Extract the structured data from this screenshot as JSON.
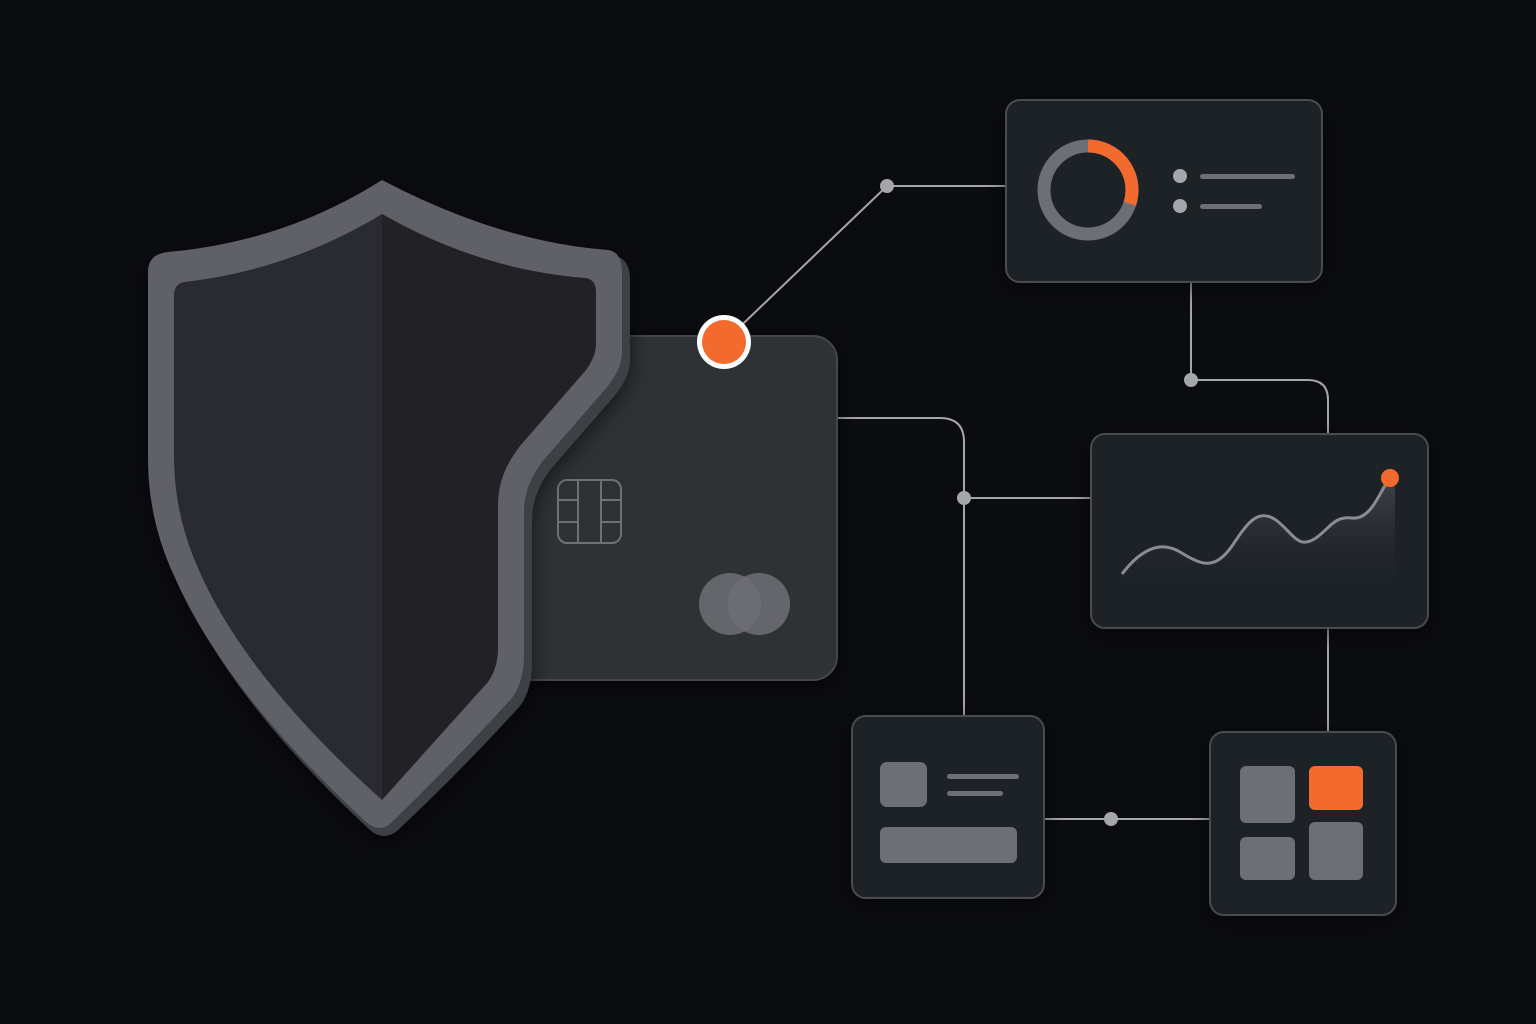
{
  "colors": {
    "background": "#0b0c10",
    "panel": "#1f2025",
    "panel_border": "#4a4b51",
    "shield_rim": "#5f6067",
    "shield_left": "#2a2b30",
    "shield_right": "#222328",
    "card": "#2f3036",
    "muted": "#6e6f75",
    "connector": "#a5a6ab",
    "accent": "#f26a2d"
  },
  "icons": {
    "shield": "shield-icon",
    "card_chip": "chip-icon",
    "card_logo": "overlapping-circles-logo",
    "widget_grid": "grid-icon"
  },
  "donut": {
    "accent_fraction": 0.3
  },
  "grid_widget": {
    "accent_tile": "top-right"
  }
}
